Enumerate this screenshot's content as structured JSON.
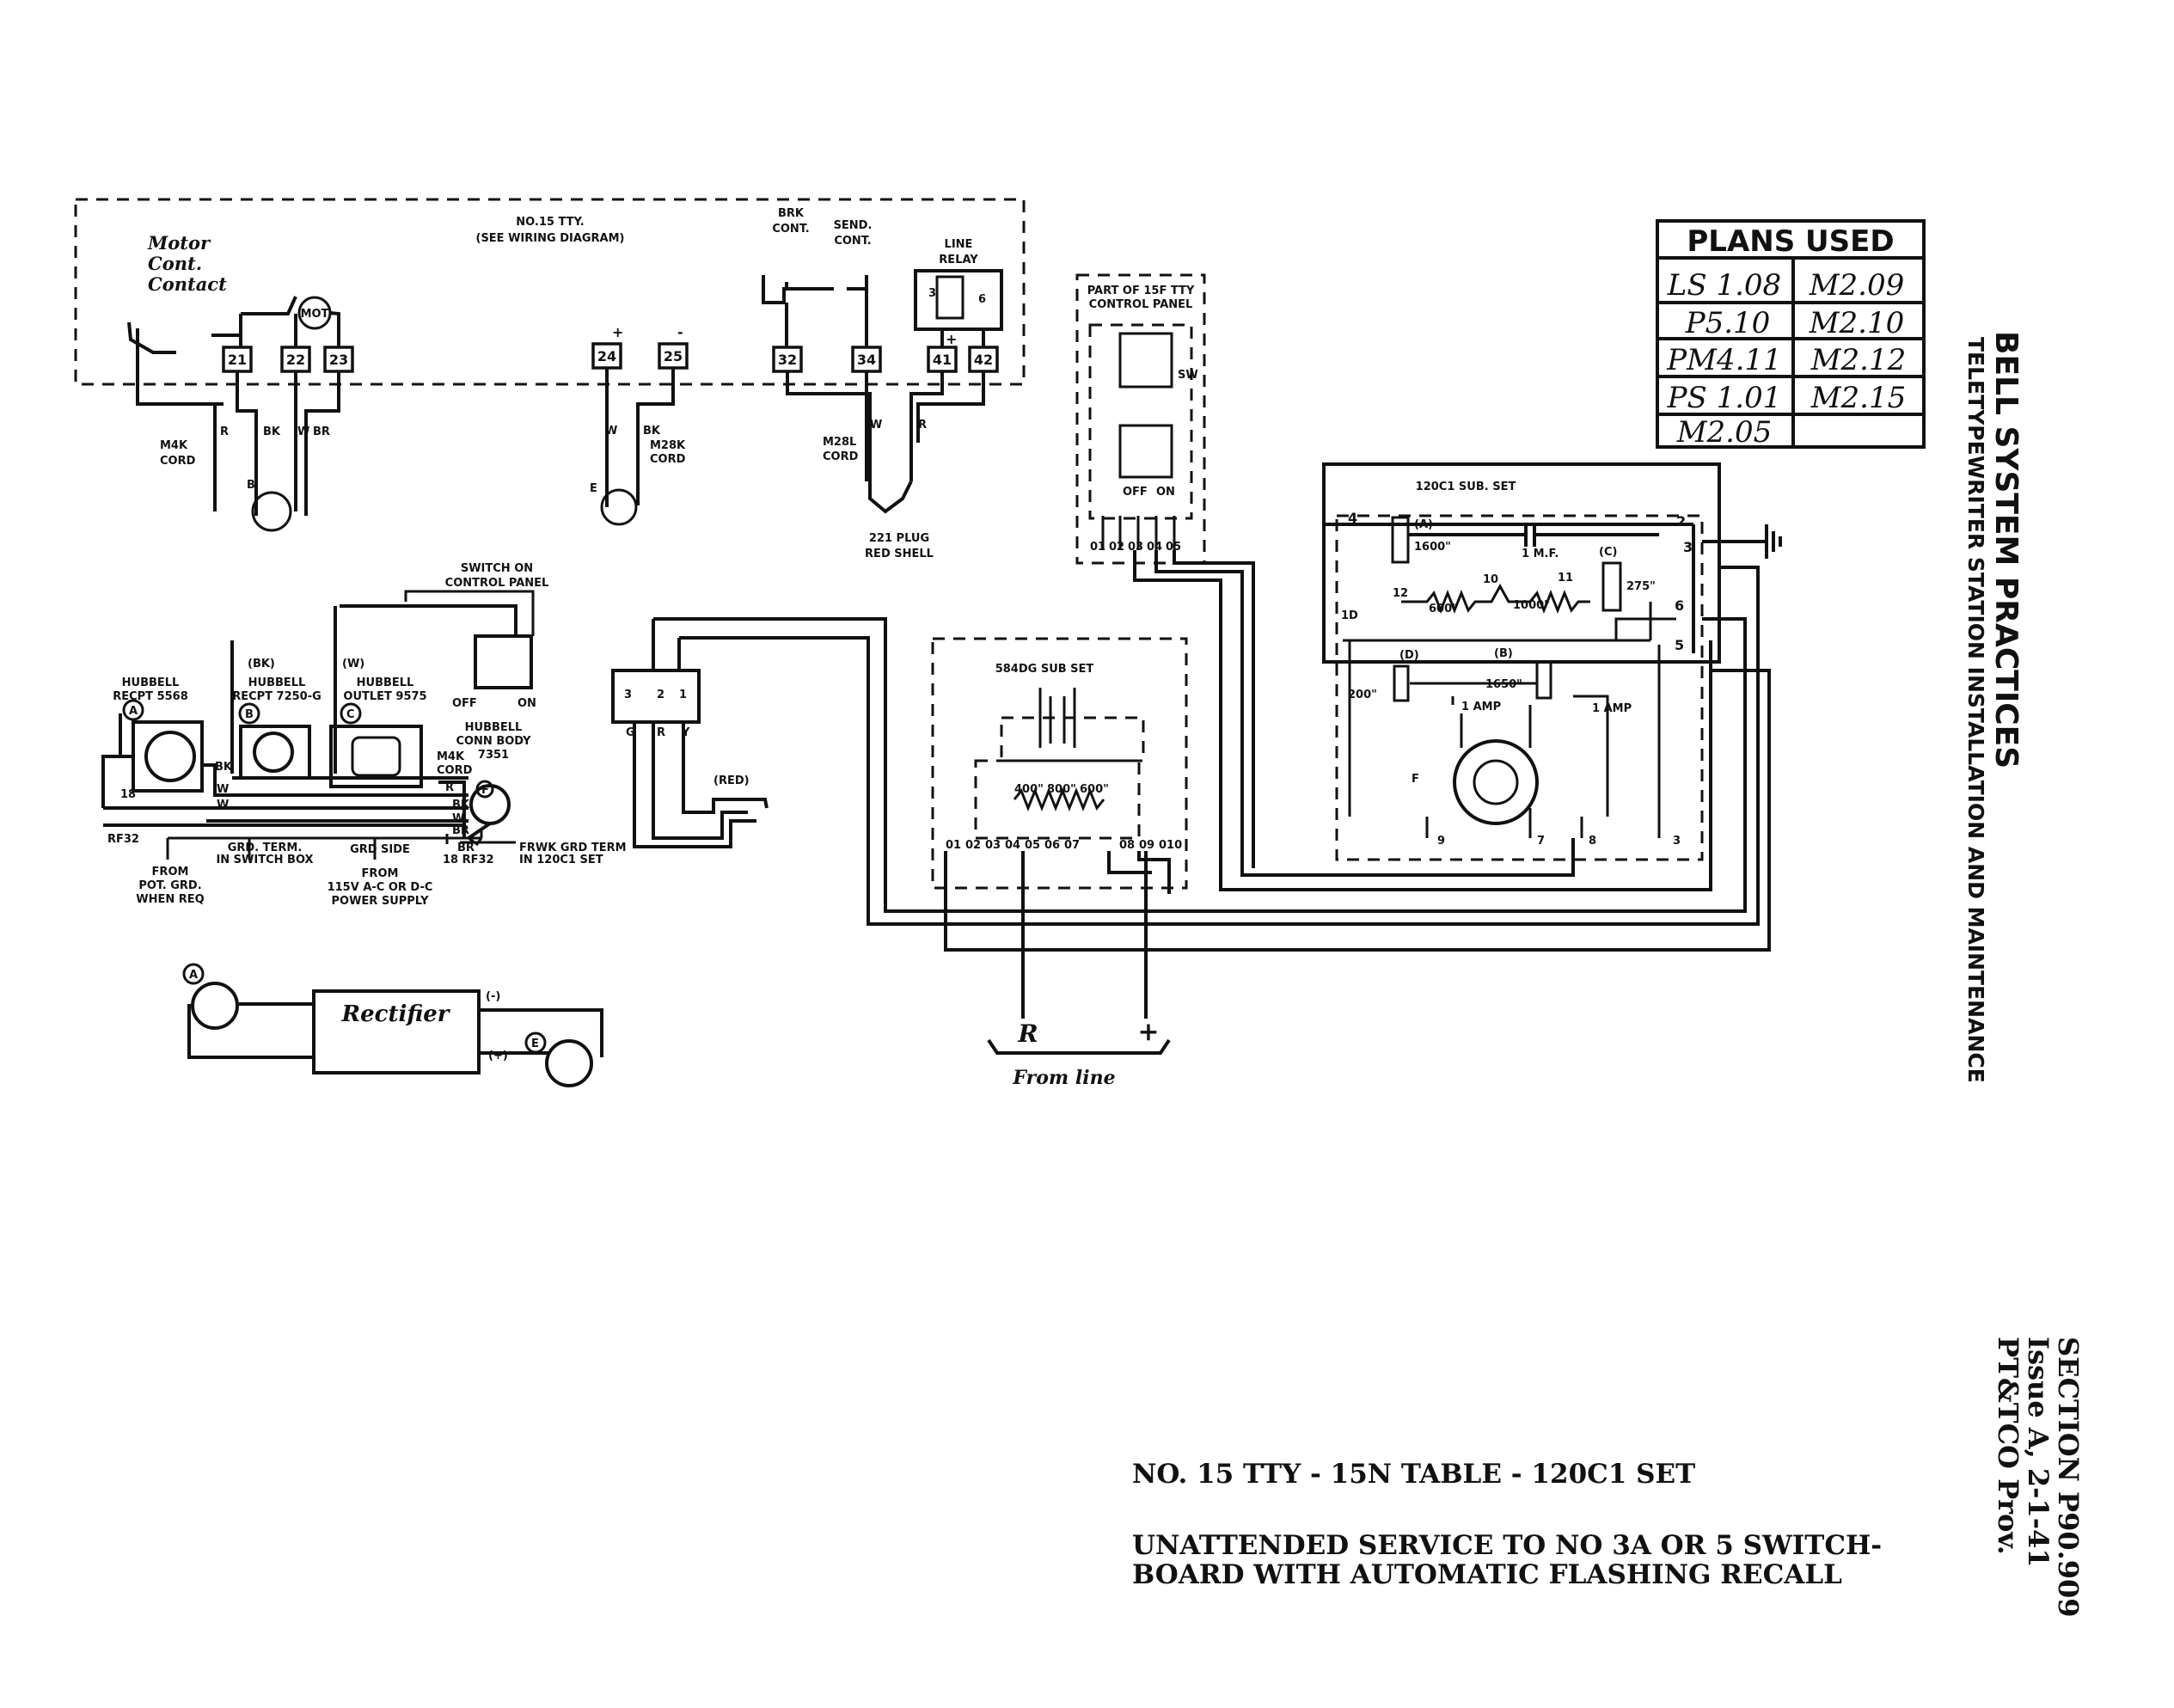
{
  "plans": {
    "header": "PLANS USED",
    "cells": [
      [
        "LS 1.08",
        "M2.09"
      ],
      [
        "P5.10",
        "M2.10"
      ],
      [
        "PM4.11",
        "M2.12"
      ],
      [
        "PS 1.01",
        "M2.15"
      ],
      [
        "M2.05",
        ""
      ]
    ]
  },
  "side": {
    "title": "BELL SYSTEM PRACTICES",
    "subtitle": "TELETYPEWRITER STATION INSTALLATION AND MAINTENANCE"
  },
  "section": {
    "line1": "SECTION P90.909",
    "line2": "Issue A, 2-1-41",
    "line3": "PT&TCO Prov."
  },
  "caption": {
    "line1": "NO. 15 TTY - 15N TABLE - 120C1 SET",
    "line2": "UNATTENDED SERVICE TO NO 3A OR 5 SWITCH-",
    "line3": "BOARD WITH AUTOMATIC FLASHING RECALL"
  },
  "tty": {
    "title1": "NO.15 TTY.",
    "title2": "(SEE WIRING DIAGRAM)",
    "motor1": "Motor",
    "motor2": "Cont.",
    "motor3": "Contact",
    "mot": "MOT",
    "brk1": "BRK",
    "brk2": "CONT.",
    "send1": "SEND.",
    "send2": "CONT.",
    "line1": "LINE",
    "line2": "RELAY",
    "t21": "21",
    "t22": "22",
    "t23": "23",
    "t24": "24",
    "t25": "25",
    "t32": "32",
    "t34": "34",
    "t41": "41",
    "t42": "42",
    "plus": "+",
    "minus": "-"
  },
  "cords": {
    "m4k1": "M4K",
    "m4k2": "CORD",
    "r": "R",
    "bk": "BK",
    "w": "W",
    "br": "BR",
    "b": "B",
    "e": "E",
    "m28k1": "M28K",
    "m28k2": "CORD",
    "m28l1": "M28L",
    "m28l2": "CORD",
    "plug1": "221 PLUG",
    "plug2": "RED SHELL"
  },
  "panel": {
    "t1": "PART OF 15F TTY",
    "t2": "CONTROL PANEL",
    "sw": "SW",
    "off": "OFF",
    "on": "ON",
    "pins": [
      "01",
      "02",
      "03",
      "04",
      "05"
    ]
  },
  "set120": {
    "title": "120C1 SUB. SET",
    "n4": "4",
    "n2": "2",
    "n3": "3",
    "n5": "5",
    "n6": "6",
    "n7": "7",
    "n8": "8",
    "n9": "9",
    "n10": "10",
    "n11": "11",
    "n12": "12",
    "n1d": "1D",
    "a": "(A)",
    "c": "(C)",
    "d": "(D)",
    "bb": "(B)",
    "f": "F",
    "r1600": "1600\"",
    "cap": "1 M.F.",
    "r600": "600\"",
    "r1000": "1000\"",
    "r275": "275\"",
    "r200": "200\"",
    "r1650": "1650\"",
    "amp1": "1 AMP",
    "amp2": "1 AMP"
  },
  "set584": {
    "title": "584DG SUB SET",
    "r400": "400\"",
    "r800": "800\"",
    "r600": "600\"",
    "pins": [
      "01",
      "02",
      "03",
      "04",
      "05",
      "06",
      "07",
      "08",
      "09",
      "010"
    ],
    "from_line": "From line",
    "r": "R",
    "plus": "+"
  },
  "jack": {
    "g": "G",
    "r": "R",
    "y": "Y",
    "n3": "3",
    "n2": "2",
    "n1": "1",
    "red": "(RED)"
  },
  "power": {
    "switch1": "SWITCH ON",
    "switch2": "CONTROL PANEL",
    "off": "OFF",
    "on": "ON",
    "a": "A",
    "b": "B",
    "c": "C",
    "f": "F",
    "hub_a1": "HUBBELL",
    "hub_a2": "RECPT 5568",
    "hub_b0": "(BK)",
    "hub_b1": "HUBBELL",
    "hub_b2": "RECPT 7250-G",
    "hub_c0": "(W)",
    "hub_c1": "HUBBELL",
    "hub_c2": "OUTLET 9575",
    "conn1": "HUBBELL",
    "conn2": "CONN BODY",
    "conn3": "7351",
    "m4k1": "M4K",
    "m4k2": "CORD",
    "rf1": "18",
    "rf2": "RF32",
    "bk": "BK",
    "w": "W",
    "r": "R",
    "br": "BR",
    "br2": "BR",
    "rf3": "18 RF32",
    "from1": "FROM",
    "from2": "POT. GRD.",
    "from3": "WHEN REQ",
    "grd1": "GRD. TERM.",
    "grd2": "IN SWITCH BOX",
    "grdside": "GRD SIDE",
    "sup1": "FROM",
    "sup2": "115V A-C OR D-C",
    "sup3": "POWER SUPPLY",
    "frwk1": "FRWK GRD TERM",
    "frwk2": "IN 120C1 SET"
  },
  "rect": {
    "label": "Rectifier",
    "a": "A",
    "e": "E",
    "minus": "(-)",
    "plus": "(+)"
  }
}
